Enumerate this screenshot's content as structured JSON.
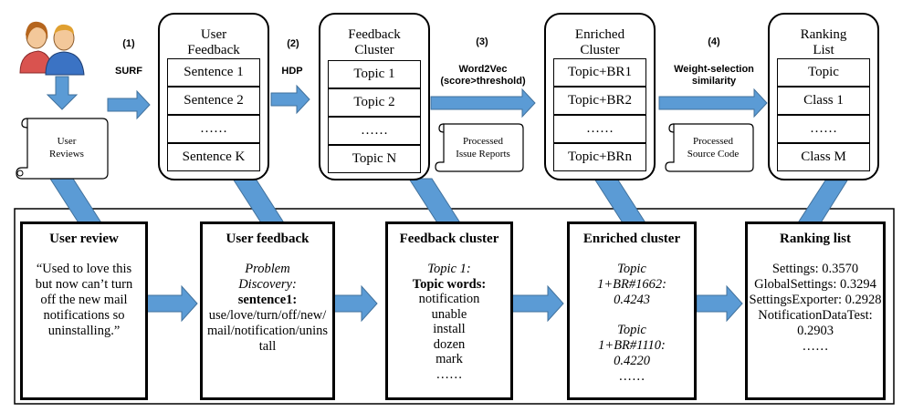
{
  "steps": [
    {
      "number": "(1)",
      "label": "SURF"
    },
    {
      "number": "(2)",
      "label": "HDP"
    },
    {
      "number": "(3)",
      "label": "Word2Vec\n(score>threshold)"
    },
    {
      "number": "(4)",
      "label": "Weight-selection\nsimilarity"
    }
  ],
  "user_reviews_doc": "User\nReviews",
  "issue_reports_doc": "Processed\nIssue Reports",
  "source_code_doc": "Processed\nSource Code",
  "stacks": {
    "user_feedback": {
      "title": "User\nFeedback",
      "cells": [
        "Sentence 1",
        "Sentence 2",
        "……",
        "Sentence K"
      ]
    },
    "feedback_cluster": {
      "title": "Feedback\nCluster",
      "cells": [
        "Topic 1",
        "Topic 2",
        "……",
        "Topic N"
      ]
    },
    "enriched_cluster": {
      "title": "Enriched\nCluster",
      "cells": [
        "Topic+BR1",
        "Topic+BR2",
        "……",
        "Topic+BRn"
      ]
    },
    "ranking_list": {
      "title": "Ranking\nList",
      "cells": [
        "Topic",
        "Class 1",
        "……",
        "Class M"
      ]
    }
  },
  "cards": {
    "user_review": {
      "heading": "User review",
      "text": "“Used to love this but now can’t turn off the new mail notifications so uninstalling.”"
    },
    "user_feedback": {
      "heading": "User feedback",
      "category": "Problem Discovery:",
      "sentence_label": "sentence1:",
      "words": "use/love/turn/off/new/mail/notification/uninstall"
    },
    "feedback_cluster": {
      "heading": "Feedback cluster",
      "topic": "Topic 1:",
      "topic_words_label": "Topic words:",
      "words": [
        "notification",
        "unable",
        "install",
        "dozen",
        "mark",
        "……"
      ]
    },
    "enriched_cluster": {
      "heading": "Enriched cluster",
      "entries": [
        "Topic 1+BR#1662: 0.4243",
        "Topic 1+BR#1110: 0.4220"
      ],
      "ellipsis": "……"
    },
    "ranking_list": {
      "heading": "Ranking list",
      "entries": [
        "Settings: 0.3570",
        "GlobalSettings: 0.3294",
        "SettingsExporter: 0.2928",
        "NotificationDataTest: 0.2903"
      ],
      "ellipsis": "……"
    }
  },
  "colors": {
    "arrow_fill": "#5b9bd5",
    "arrow_stroke": "#41719c"
  }
}
